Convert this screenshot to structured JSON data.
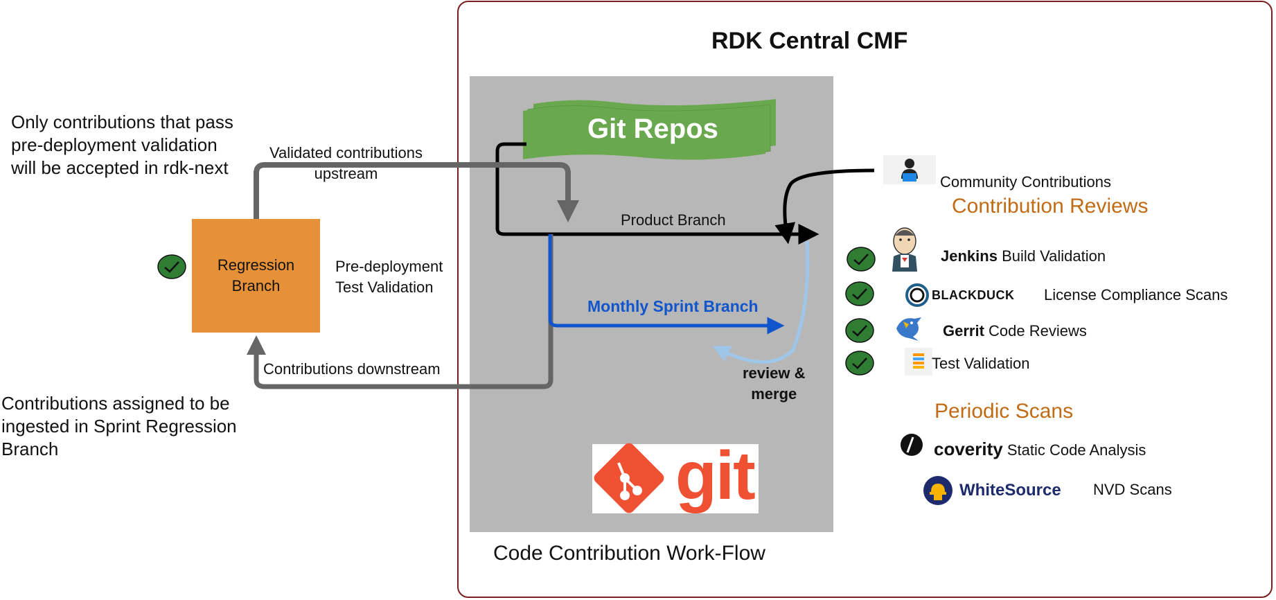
{
  "diagram": {
    "title": "RDK Central CMF",
    "workflow_label": "Code Contribution Work-Flow",
    "git_repos": "Git Repos",
    "product_branch": "Product Branch",
    "monthly_sprint_branch": "Monthly Sprint Branch",
    "review_merge_line1": "review &",
    "review_merge_line2": "merge",
    "git_logo_text": "git",
    "regression_line1": "Regression",
    "regression_line2": "Branch",
    "predeploy_line1": "Pre-deployment",
    "predeploy_line2": "Test Validation",
    "validated_line1": "Validated contributions",
    "validated_line2": "upstream",
    "downstream": "Contributions downstream",
    "only_line1": "Only contributions that pass",
    "only_line2": "pre-deployment validation",
    "only_line3": "will be accepted in rdk-next",
    "assigned_line1": "Contributions assigned to be",
    "assigned_line2": "ingested in Sprint Regression",
    "assigned_line3": "Branch",
    "community": "Community Contributions",
    "contribution_reviews": "Contribution Reviews",
    "jenkins_bold": "Jenkins",
    "jenkins_rest": "Build Validation",
    "blackduck_logo": "BLACKDUCK",
    "license": "License Compliance Scans",
    "gerrit_bold": "Gerrit",
    "gerrit_rest": "Code Reviews",
    "test_validation": "Test Validation",
    "periodic_scans": "Periodic Scans",
    "coverity_bold": "coverity",
    "coverity_rest": "Static Code Analysis",
    "whitesource_logo": "WhiteSource",
    "nvd": "NVD Scans"
  },
  "colors": {
    "frame": "#7a1f1f",
    "gray_panel": "#b7b7b7",
    "git_green": "#6aa84f",
    "regression_orange": "#e69138",
    "sprint_blue": "#1155cc",
    "review_light_blue": "#9fc5e8",
    "heading_orange": "#c16b15",
    "check_green": "#2e7d32",
    "git_red": "#f05133"
  },
  "icons": [
    "check-icon",
    "person-laptop-icon",
    "jenkins-icon",
    "blackduck-icon",
    "gerrit-icon",
    "test-validation-icon",
    "coverity-icon",
    "whitesource-icon",
    "git-logo-icon"
  ]
}
